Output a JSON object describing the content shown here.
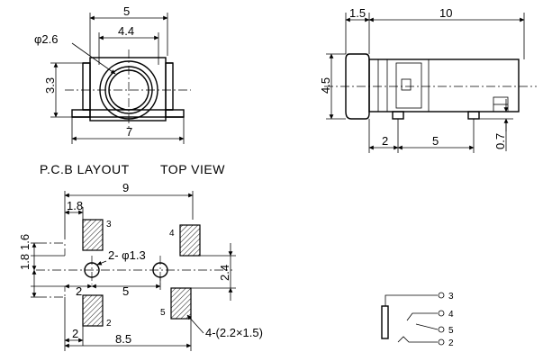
{
  "front_view": {
    "width_dim": "5",
    "inner_width_dim": "4.4",
    "bore_dim": "φ2.6",
    "height_dim": "3.3",
    "base_width_dim": "7"
  },
  "side_view": {
    "flange_dim": "1.5",
    "length_dim": "10",
    "height_dim": "4.5",
    "pin_offset_dim": "2",
    "pin_pitch_dim": "5",
    "standoff_dim": "0.7"
  },
  "pcb_layout": {
    "title": "P.C.B LAYOUT",
    "view_label": "TOP VIEW",
    "overall_width_dim": "9",
    "pad_offset_dim": "1.8",
    "hole_dim": "2- φ1.3",
    "hole_offset_dim": "2",
    "hole_pitch_dim": "5",
    "vertical_dim_a": "1.8",
    "vertical_dim_b": "1.6",
    "right_dim": "2.4",
    "bottom_offset_dim": "2",
    "bottom_width_dim": "8.5",
    "pad_size_dim": "4-(2.2×1.5)",
    "pads": [
      "3",
      "4",
      "2",
      "5"
    ]
  },
  "schematic": {
    "pins": [
      "3",
      "4",
      "5",
      "2"
    ]
  }
}
